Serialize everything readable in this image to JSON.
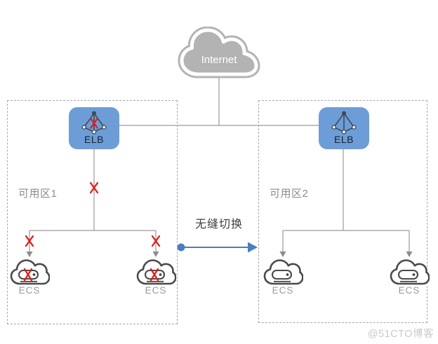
{
  "diagram": {
    "internet_label": "Internet",
    "switch_label": "无缝切换",
    "watermark": "@51CTO博客",
    "zones": [
      {
        "label": "可用区1",
        "elb_label": "ELB",
        "elb_failed": true,
        "link_failed": true,
        "ecs": [
          {
            "label": "ECS",
            "failed": true
          },
          {
            "label": "ECS",
            "failed": true
          }
        ]
      },
      {
        "label": "可用区2",
        "elb_label": "ELB",
        "elb_failed": false,
        "link_failed": false,
        "ecs": [
          {
            "label": "ECS",
            "failed": false
          },
          {
            "label": "ECS",
            "failed": false
          }
        ]
      }
    ]
  },
  "colors": {
    "elb-blue": "#6D9DD6",
    "fail-red": "#DE1F1C",
    "line-gray": "#9A9A9A",
    "dash-gray": "#A8A8A8",
    "cloud-gray": "#B3B3B3",
    "ecs-dark": "#4A4A4A",
    "arrow-blue": "#4A7EC0",
    "label-gray": "#8C8C8C",
    "watermark-gray": "#C9C9C9",
    "elb-text": "#17212E",
    "switch-text": "#3D3D3D"
  }
}
